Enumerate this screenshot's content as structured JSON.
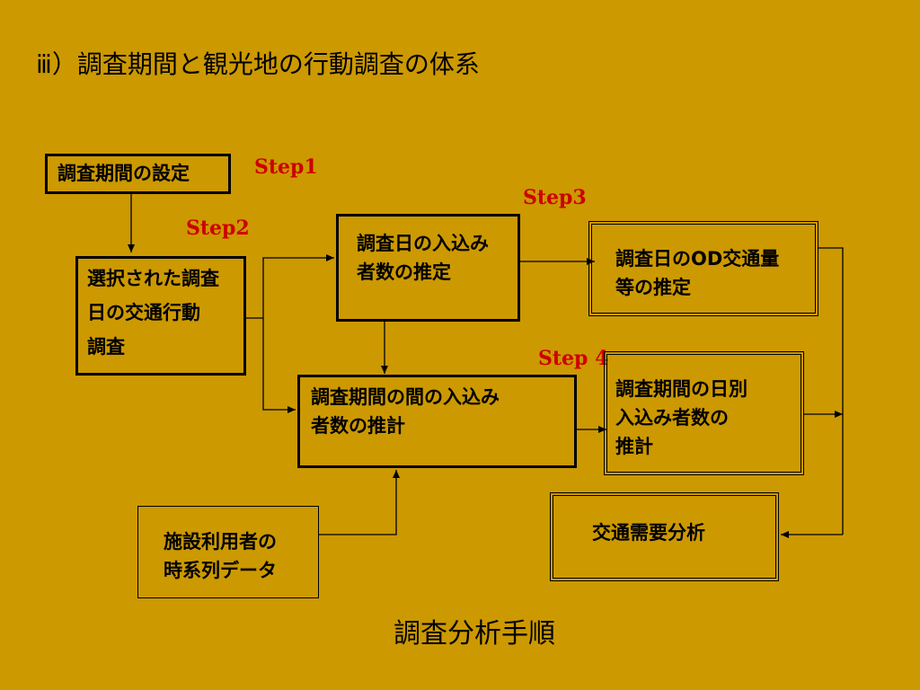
{
  "title": "ⅲ）調査期間と観光地の行動調査の体系",
  "caption": "調査分析手順",
  "steps": {
    "step1": "Step1",
    "step2": "Step2",
    "step3": "Step3",
    "step4": "Step 4"
  },
  "boxes": {
    "period_setting": [
      "調査期間の設定"
    ],
    "selected_day_survey": [
      "選択された調査",
      "日の交通行動",
      "調査"
    ],
    "day_visitors_estimate": [
      "調査日の入込み",
      "者数の推定"
    ],
    "day_od_estimate": [
      "調査日のOD交通量",
      "等の推定"
    ],
    "period_visitors_estimate": [
      "調査期間の間の入込み",
      "者数の推計"
    ],
    "period_daily_visitors": [
      "調査期間の日別",
      "入込み者数の",
      "推計"
    ],
    "facility_data": [
      "施設利用者の",
      "時系列データ"
    ],
    "demand_analysis": [
      "交通需要分析"
    ]
  }
}
